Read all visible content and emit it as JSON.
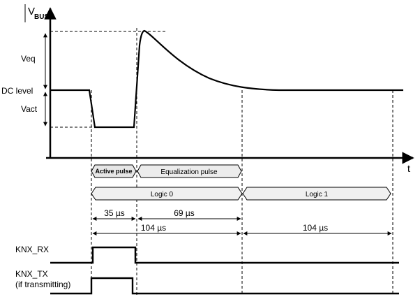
{
  "axis": {
    "y_label_main": "V",
    "y_label_sub": "BUS",
    "x_label": "t"
  },
  "levels": {
    "veq": "Veq",
    "dc_level": "DC level",
    "vact": "Vact"
  },
  "pulses": {
    "active_pulse": "Active pulse",
    "equalization_pulse": "Equalization pulse",
    "logic0": "Logic 0",
    "logic1": "Logic 1"
  },
  "durations": {
    "d35": "35 µs",
    "d69": "69 µs",
    "d104_first": "104 µs",
    "d104_second": "104 µs"
  },
  "signals": {
    "knx_rx": "KNX_RX",
    "knx_tx": "KNX_TX",
    "knx_tx_note": "(if transmitting)"
  }
}
